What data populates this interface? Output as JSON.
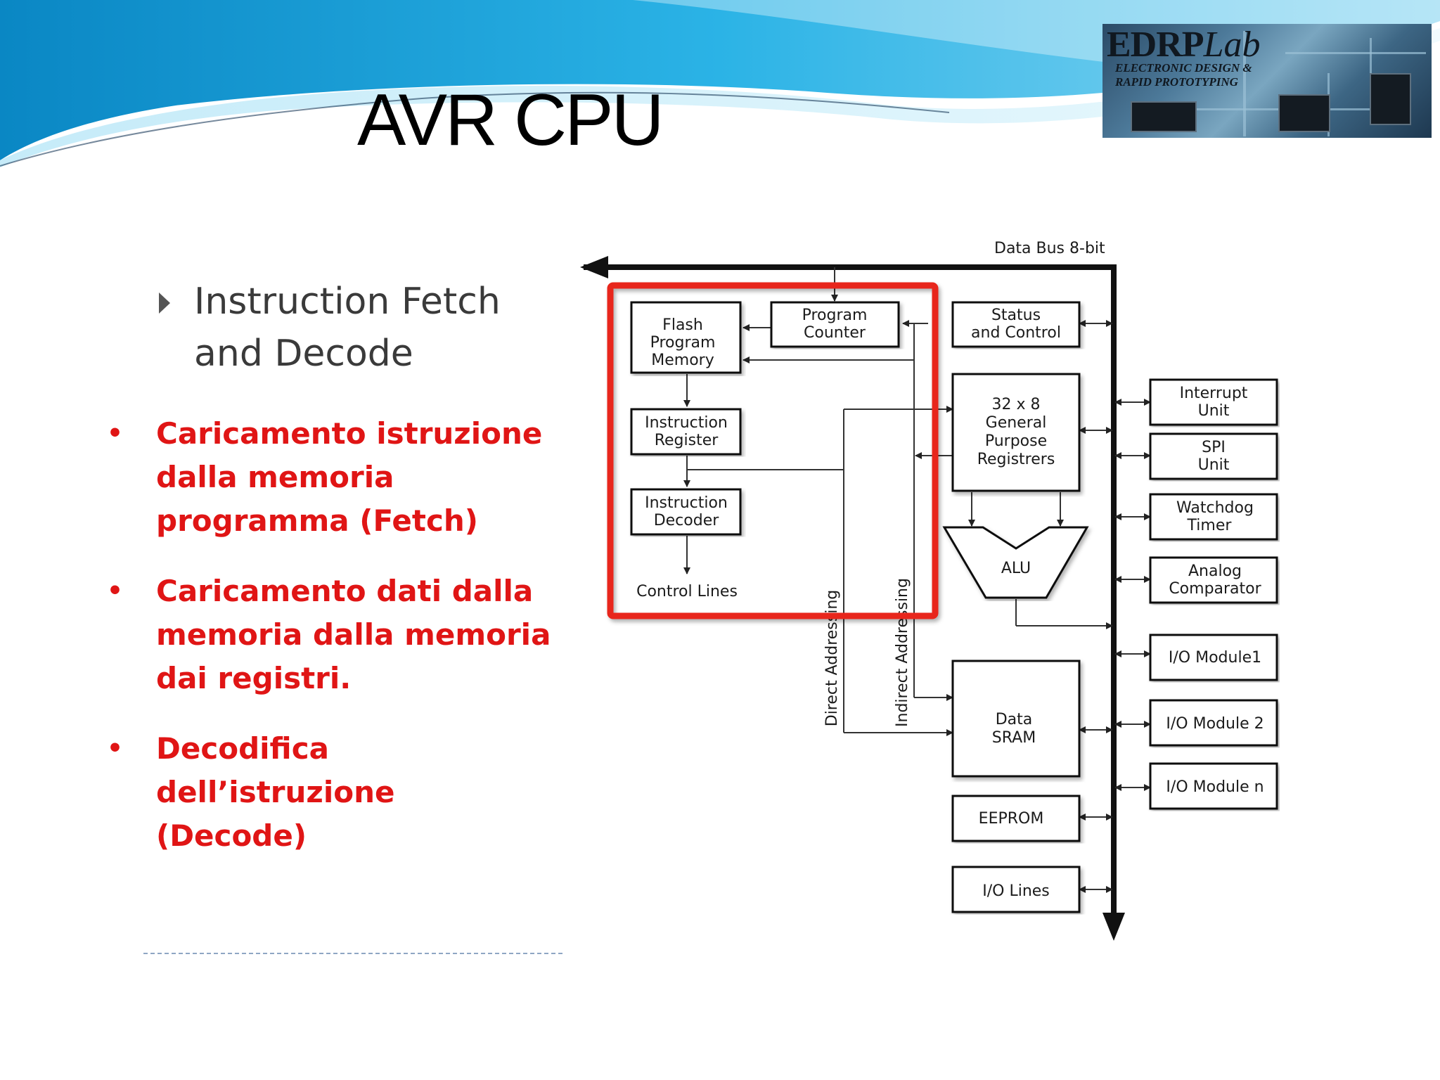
{
  "slide": {
    "title": "AVR CPU",
    "subheading": [
      "Instruction Fetch",
      "and Decode"
    ],
    "bullets": [
      [
        "Caricamento istruzione",
        "dalla memoria",
        "programma (Fetch)"
      ],
      [
        "Caricamento dati dalla",
        "memoria dalla memoria",
        "dai registri."
      ],
      [
        "Decodifica dell’istruzione",
        "(Decode)"
      ]
    ]
  },
  "logo": {
    "brand_bold": "EDRP",
    "brand_italic": "Lab",
    "line1": "ELECTRONIC DESIGN &",
    "line2": "RAPID PROTOTYPING"
  },
  "diagram": {
    "data_bus": "Data Bus 8-bit",
    "flash": [
      "Flash",
      "Program",
      "Memory"
    ],
    "program_counter": [
      "Program",
      "Counter"
    ],
    "instruction_register": [
      "Instruction",
      "Register"
    ],
    "instruction_decoder": [
      "Instruction",
      "Decoder"
    ],
    "control_lines": "Control Lines",
    "direct_addressing": "Direct Addressing",
    "indirect_addressing": "Indirect Addressing",
    "status_control": [
      "Status",
      "and Control"
    ],
    "gp_registers": [
      "32 x 8",
      "General",
      "Purpose",
      "Registrers"
    ],
    "alu": "ALU",
    "data_sram": [
      "Data",
      "SRAM"
    ],
    "eeprom": "EEPROM",
    "io_lines": "I/O Lines",
    "interrupt_unit": [
      "Interrupt",
      "Unit"
    ],
    "spi_unit": [
      "SPI",
      "Unit"
    ],
    "watchdog_timer": [
      "Watchdog",
      "Timer"
    ],
    "analog_comparator": [
      "Analog",
      "Comparator"
    ],
    "io_module1": "I/O Module1",
    "io_module2": "I/O Module 2",
    "io_module_n": "I/O Module n"
  },
  "colors": {
    "highlight_box": "#e8261c",
    "bullet_text": "#e01515",
    "header_blue": "#19a0d6"
  }
}
